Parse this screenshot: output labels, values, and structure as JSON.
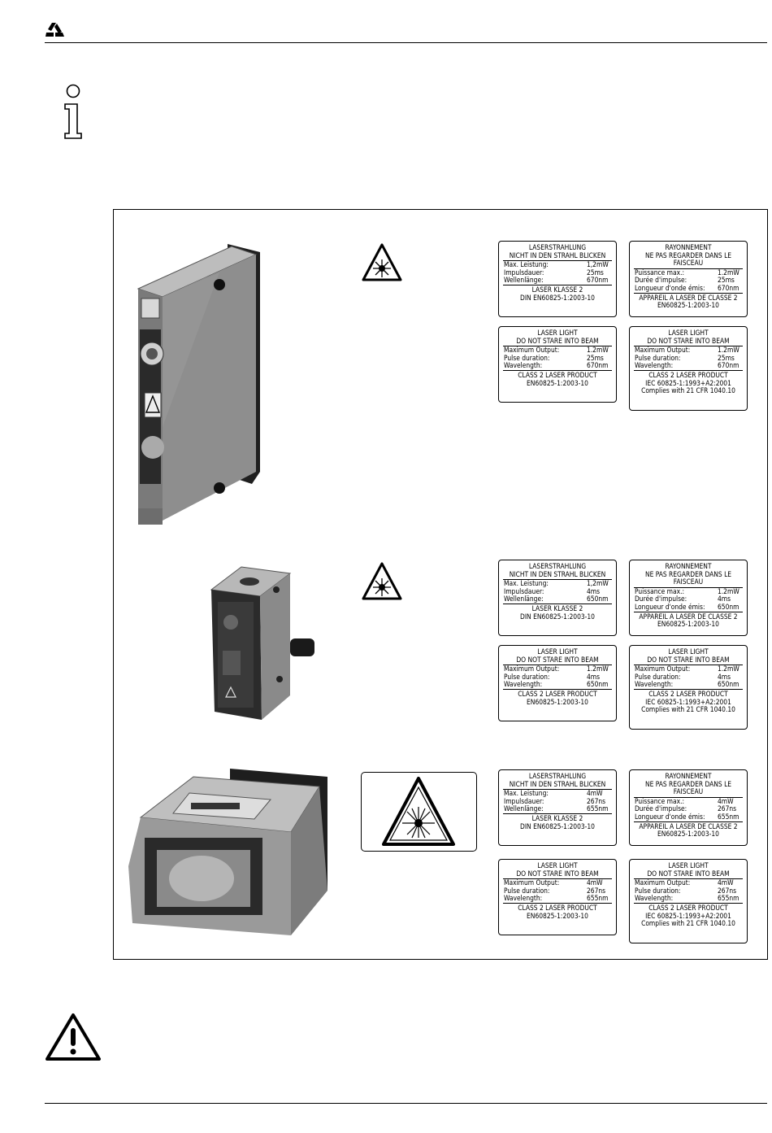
{
  "colors": {
    "ink": "#000000",
    "paper": "#ffffff",
    "device_body": "#8c8c8c",
    "device_dark": "#2a2a2a"
  },
  "header": {
    "logo_icon": "triangle-recycle-logo-icon"
  },
  "note_icon": "info-i-icon",
  "warning_icon": "warning-exclamation-icon",
  "groups": [
    {
      "labels": {
        "de": {
          "h1": "LASERSTRAHLUNG",
          "h2": "NICHT IN DEN STRAHL BLICKEN",
          "rows": [
            [
              "Max. Leistung:",
              "1,2mW"
            ],
            [
              "Impulsdauer:",
              "25ms"
            ],
            [
              "Wellenlänge:",
              "670nm"
            ]
          ],
          "f": [
            "LASER KLASSE 2",
            "DIN EN60825-1:2003-10"
          ]
        },
        "fr": {
          "h1": "RAYONNEMENT",
          "h2": "NE PAS REGARDER DANS LE FAISCEAU",
          "rows": [
            [
              "Puissance max.:",
              "1.2mW"
            ],
            [
              "Durée d'impulse:",
              "25ms"
            ],
            [
              "Longueur d'onde émis:",
              "670nm"
            ]
          ],
          "f": [
            "APPAREIL A LASER DE CLASSE 2",
            "EN60825-1:2003-10"
          ]
        },
        "en": {
          "h1": "LASER LIGHT",
          "h2": "DO NOT STARE INTO BEAM",
          "rows": [
            [
              "Maximum Output:",
              "1.2mW"
            ],
            [
              "Pulse duration:",
              "25ms"
            ],
            [
              "Wavelength:",
              "670nm"
            ]
          ],
          "f": [
            "CLASS 2 LASER PRODUCT",
            "EN60825-1:2003-10"
          ]
        },
        "us": {
          "h1": "LASER LIGHT",
          "h2": "DO NOT STARE INTO BEAM",
          "rows": [
            [
              "Maximum Output:",
              "1.2mW"
            ],
            [
              "Pulse duration:",
              "25ms"
            ],
            [
              "Wavelength:",
              "670nm"
            ]
          ],
          "f": [
            "CLASS 2 LASER PRODUCT",
            "IEC 60825-1:1993+A2:2001",
            "Complies with 21 CFR 1040.10"
          ]
        }
      }
    },
    {
      "labels": {
        "de": {
          "h1": "LASERSTRAHLUNG",
          "h2": "NICHT IN DEN STRAHL BLICKEN",
          "rows": [
            [
              "Max. Leistung:",
              "1,2mW"
            ],
            [
              "Impulsdauer:",
              "4ms"
            ],
            [
              "Wellenlänge:",
              "650nm"
            ]
          ],
          "f": [
            "LASER KLASSE 2",
            "DIN EN60825-1:2003-10"
          ]
        },
        "fr": {
          "h1": "RAYONNEMENT",
          "h2": "NE PAS REGARDER DANS LE FAISCEAU",
          "rows": [
            [
              "Puissance max.:",
              "1.2mW"
            ],
            [
              "Durée d'impulse:",
              "4ms"
            ],
            [
              "Longueur d'onde émis:",
              "650nm"
            ]
          ],
          "f": [
            "APPAREIL A LASER DE CLASSE 2",
            "EN60825-1:2003-10"
          ]
        },
        "en": {
          "h1": "LASER LIGHT",
          "h2": "DO NOT STARE INTO BEAM",
          "rows": [
            [
              "Maximum Output:",
              "1.2mW"
            ],
            [
              "Pulse duration:",
              "4ms"
            ],
            [
              "Wavelength:",
              "650nm"
            ]
          ],
          "f": [
            "CLASS 2 LASER PRODUCT",
            "EN60825-1:2003-10"
          ]
        },
        "us": {
          "h1": "LASER LIGHT",
          "h2": "DO NOT STARE INTO BEAM",
          "rows": [
            [
              "Maximum Output:",
              "1.2mW"
            ],
            [
              "Pulse duration:",
              "4ms"
            ],
            [
              "Wavelength:",
              "650nm"
            ]
          ],
          "f": [
            "CLASS 2 LASER PRODUCT",
            "IEC 60825-1:1993+A2:2001",
            "Complies with 21 CFR 1040.10"
          ]
        }
      }
    },
    {
      "labels": {
        "de": {
          "h1": "LASERSTRAHLUNG",
          "h2": "NICHT IN DEN STRAHL BLICKEN",
          "rows": [
            [
              "Max. Leistung:",
              "4mW"
            ],
            [
              "Impulsdauer:",
              "267ns"
            ],
            [
              "Wellenlänge:",
              "655nm"
            ]
          ],
          "f": [
            "LASER KLASSE 2",
            "DIN EN60825-1:2003-10"
          ]
        },
        "fr": {
          "h1": "RAYONNEMENT",
          "h2": "NE PAS REGARDER DANS LE FAISCEAU",
          "rows": [
            [
              "Puissance max.:",
              "4mW"
            ],
            [
              "Durée d'impulse:",
              "267ns"
            ],
            [
              "Longueur d'onde émis:",
              "655nm"
            ]
          ],
          "f": [
            "APPAREIL A LASER DE CLASSE 2",
            "EN60825-1:2003-10"
          ]
        },
        "en": {
          "h1": "LASER LIGHT",
          "h2": "DO NOT STARE INTO BEAM",
          "rows": [
            [
              "Maximum Output:",
              "4mW"
            ],
            [
              "Pulse duration:",
              "267ns"
            ],
            [
              "Wavelength:",
              "655nm"
            ]
          ],
          "f": [
            "CLASS 2 LASER PRODUCT",
            "EN60825-1:2003-10"
          ]
        },
        "us": {
          "h1": "LASER LIGHT",
          "h2": "DO NOT STARE INTO BEAM",
          "rows": [
            [
              "Maximum Output:",
              "4mW"
            ],
            [
              "Pulse duration:",
              "267ns"
            ],
            [
              "Wavelength:",
              "655nm"
            ]
          ],
          "f": [
            "CLASS 2 LASER PRODUCT",
            "IEC 60825-1:1993+A2:2001",
            "Complies with 21 CFR 1040.10"
          ]
        }
      }
    }
  ]
}
